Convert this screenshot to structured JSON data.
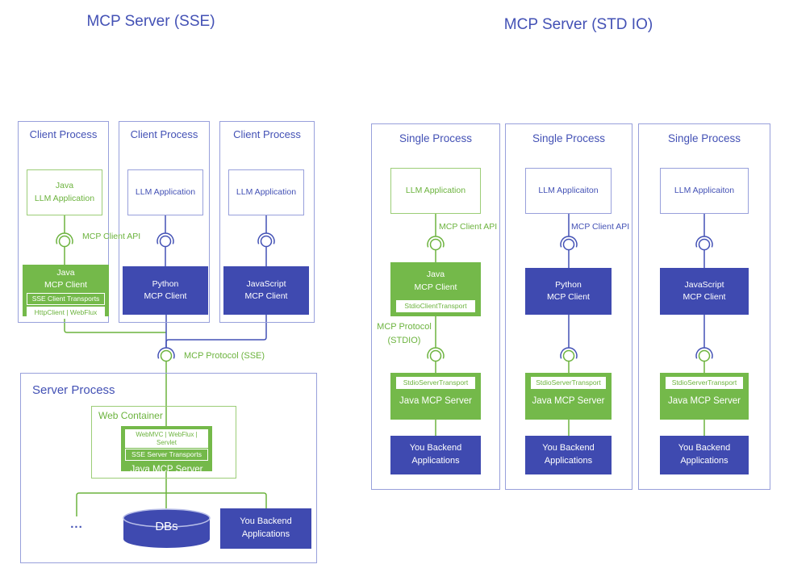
{
  "colors": {
    "blue_fill": "#3f4ab0",
    "blue_text": "#4351b5",
    "blue_border": "#98a0db",
    "green_fill": "#74b94a",
    "green_text": "#6cb33e",
    "green_border": "#9ccd77"
  },
  "sse": {
    "title": "MCP Server (SSE)",
    "process_label": "Client Process",
    "client_api_label": "MCP Client API",
    "protocol_label": "MCP Protocol (SSE)",
    "columns": [
      {
        "llm_lines": [
          "Java",
          "LLM Application"
        ],
        "client_lines": [
          "Java",
          "MCP Client"
        ],
        "client_bars": [
          "SSE Client Transports",
          "HttpClient | WebFlux"
        ]
      },
      {
        "llm_lines": [
          "LLM Application"
        ],
        "client_lines": [
          "Python",
          "MCP Client"
        ]
      },
      {
        "llm_lines": [
          "LLM Application"
        ],
        "client_lines": [
          "JavaScript",
          "MCP Client"
        ]
      }
    ],
    "server": {
      "label": "Server Process",
      "web_container_label": "Web Container",
      "mcp_server_bars": [
        "WebMVC | WebFlux | Servlet",
        "SSE Server Transports"
      ],
      "mcp_server_label": "Java MCP Server",
      "ellipsis": "...",
      "db_label": "DBs",
      "backend_lines": [
        "You Backend",
        "Applications"
      ]
    }
  },
  "stdio": {
    "title": "MCP Server (STD IO)",
    "process_label": "Single Process",
    "client_api_label": "MCP Client API",
    "protocol_lines": [
      "MCP Protocol",
      "(STDIO)"
    ],
    "columns": [
      {
        "llm_label": "LLM Application",
        "client_lines": [
          "Java",
          "MCP Client"
        ],
        "client_bar": "StdioClientTransport",
        "server_bar": "StdioServerTransport",
        "server_label": "Java MCP Server",
        "backend_lines": [
          "You Backend",
          "Applications"
        ]
      },
      {
        "llm_label": "LLM Applicaiton",
        "client_lines": [
          "Python",
          "MCP Client"
        ],
        "server_bar": "StdioServerTransport",
        "server_label": "Java MCP Server",
        "backend_lines": [
          "You Backend",
          "Applications"
        ]
      },
      {
        "llm_label": "LLM Applicaiton",
        "client_lines": [
          "JavaScript",
          "MCP Client"
        ],
        "server_bar": "StdioServerTransport",
        "server_label": "Java MCP Server",
        "backend_lines": [
          "You Backend",
          "Applications"
        ]
      }
    ]
  }
}
